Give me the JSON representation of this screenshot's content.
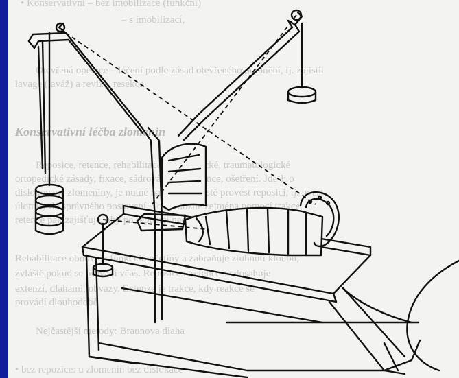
{
  "figure": {
    "description_language": "cs",
    "bleed_through_text": {
      "line1": "• Konservativní – bez imobilizace (funkční)",
      "line2": "– s imobilizací,",
      "line3": "Otevřená operace – léčení podle zásad otevřeného poranění, tj. zajistit",
      "line4": "lavage (laváž) a revize, resekce.",
      "heading": "Konservativní léčba zlomenin",
      "para1": "Reposice, retence, rehabilitace – chirurgické, traumatologické",
      "para2": "ortopedické zásady, fixace, sádrová dlaha, retence, ošetření. Jde-li o",
      "para3": "dislokované zlomeniny, je nutné na prvním místě provést reposici, tj. uvést",
      "para4": "úlomky do správného postavení. To je možné zejména pomocí trakce,",
      "para5": "retence pak zajišťuje, aby po repozici nedošlo k opětovné dislokaci,",
      "para6": "Rehabilitace obnovuje funkci končetiny a zabraňuje ztuhnutí kloubů,",
      "para7": "zvláště pokud se provádí včas. Reposice a retence se dosahuje",
      "para8": "extenzí, dlahami, obvazy. Extenze je trakce, kdy reakce se",
      "para9": "provádí dlouhodobě",
      "para10": "Nejčastější metody: Braunova dlaha",
      "para11": "• bez repozice: u zlomenin bez dislokace"
    }
  }
}
